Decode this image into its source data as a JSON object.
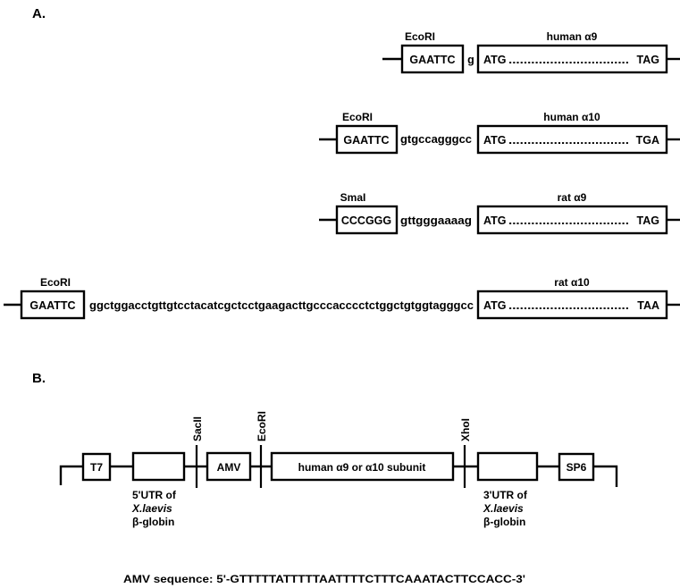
{
  "panels": {
    "a_label": "A.",
    "b_label": "B."
  },
  "constructs": [
    {
      "name": "human-alpha9",
      "site_name": "EcoRI",
      "site_seq": "GAATTC",
      "linker": "g",
      "gene_label": "human α9",
      "start": "ATG",
      "dots": "................................",
      "stop": "TAG"
    },
    {
      "name": "human-alpha10",
      "site_name": "EcoRI",
      "site_seq": "GAATTC",
      "linker": "gtgccagggcc",
      "gene_label": "human α10",
      "start": "ATG",
      "dots": "................................",
      "stop": "TGA"
    },
    {
      "name": "rat-alpha9",
      "site_name": "SmaI",
      "site_seq": "CCCGGG",
      "linker": "gttgggaaaag",
      "gene_label": "rat α9",
      "start": "ATG",
      "dots": "................................",
      "stop": "TAG"
    },
    {
      "name": "rat-alpha10",
      "site_name": "EcoRI",
      "site_seq": "GAATTC",
      "linker": "ggctggacctgttgtcctacatcgctcctgaagacttgcccacccctctggctgtggtagggcc",
      "gene_label": "rat α10",
      "start": "ATG",
      "dots": "................................",
      "stop": "TAA"
    }
  ],
  "vector": {
    "t7": "T7",
    "amv": "AMV",
    "insert": "human α9 or α10 subunit",
    "sp6": "SP6",
    "sites": [
      "SacII",
      "EcoRI",
      "XhoI"
    ],
    "utr5": [
      "5'UTR of",
      "X.laevis",
      "β-globin"
    ],
    "utr3": [
      "3'UTR of",
      "X.laevis",
      "β-globin"
    ]
  },
  "amv_sequence": "AMV sequence: 5'-GTTTTTATTTTTAATTTTCTTTCAAATACTTCCACC-3'"
}
